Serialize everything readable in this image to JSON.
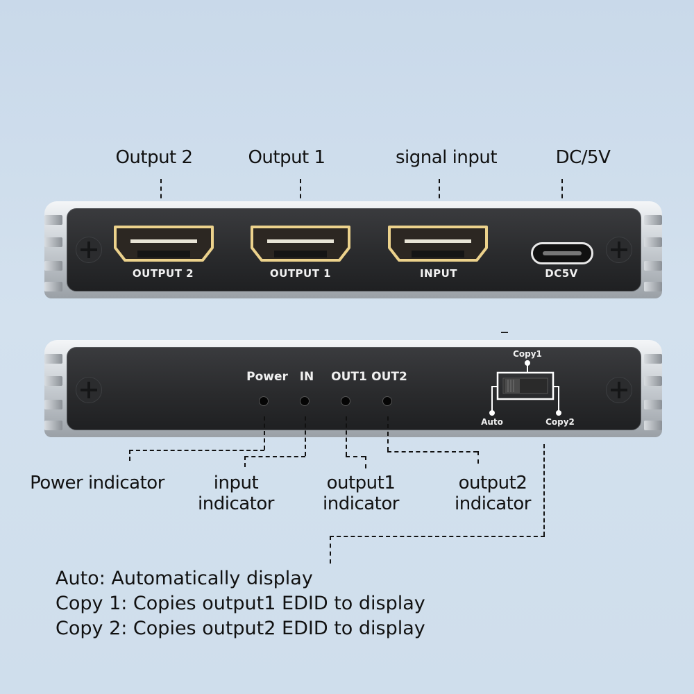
{
  "top_callouts": [
    {
      "id": "output2",
      "label": "Output 2"
    },
    {
      "id": "output1",
      "label": "Output 1"
    },
    {
      "id": "signal_input",
      "label": "signal input"
    },
    {
      "id": "dc5v",
      "label": "DC/5V"
    }
  ],
  "front_panel": {
    "ports": [
      {
        "type": "hdmi",
        "label": "OUTPUT 2"
      },
      {
        "type": "hdmi",
        "label": "OUTPUT 1"
      },
      {
        "type": "hdmi",
        "label": "INPUT"
      },
      {
        "type": "usb-c",
        "label": "DC5V"
      }
    ]
  },
  "back_panel": {
    "indicators": [
      {
        "label": "Power"
      },
      {
        "label": "IN"
      },
      {
        "label": "OUT1"
      },
      {
        "label": "OUT2"
      }
    ],
    "switch": {
      "positions": [
        "Copy1",
        "Auto",
        "Copy2"
      ],
      "labels": {
        "top": "Copy1",
        "left": "Auto",
        "right": "Copy2"
      }
    }
  },
  "bottom_callouts": [
    {
      "id": "power",
      "lines": [
        "Power indicator"
      ]
    },
    {
      "id": "input",
      "lines": [
        "input",
        "indicator"
      ]
    },
    {
      "id": "output1",
      "lines": [
        "output1",
        "indicator"
      ]
    },
    {
      "id": "output2",
      "lines": [
        "output2",
        "indicator"
      ]
    }
  ],
  "legend": [
    "Auto: Automatically display",
    "Copy 1: Copies output1 EDID to display",
    "Copy 2: Copies output2 EDID to display"
  ],
  "colors": {
    "background": "#cfdeec",
    "device_face": "#2a2b2d",
    "hdmi_gold": "#e6c77a",
    "text": "#111111"
  }
}
